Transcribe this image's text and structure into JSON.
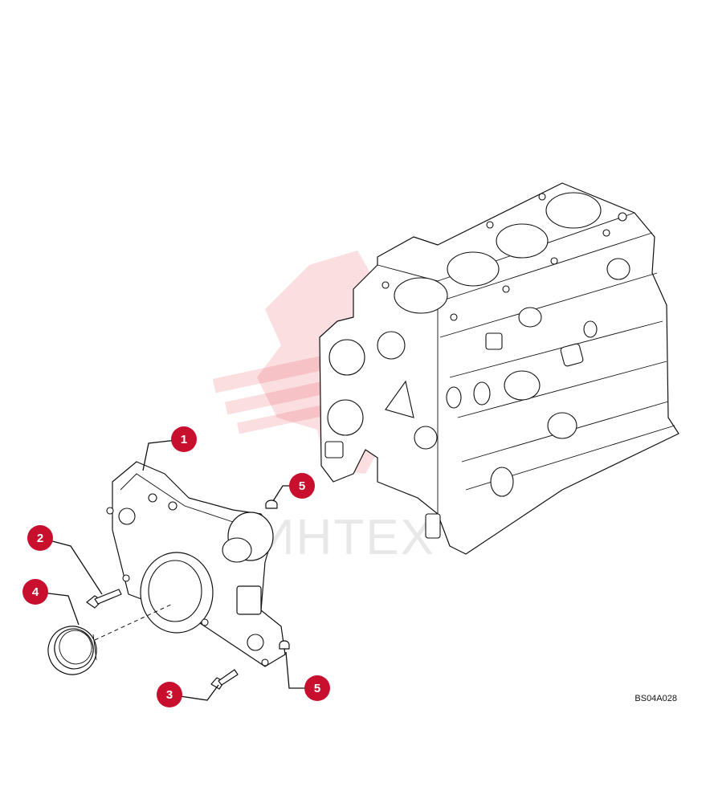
{
  "drawing_code": "BS04A028",
  "watermark_text": "ИНТЕХ",
  "callout_color": "#c8102e",
  "callouts": [
    {
      "id": "callout-1",
      "label": "1"
    },
    {
      "id": "callout-2",
      "label": "2"
    },
    {
      "id": "callout-3",
      "label": "3"
    },
    {
      "id": "callout-4",
      "label": "4"
    },
    {
      "id": "callout-5a",
      "label": "5"
    },
    {
      "id": "callout-5b",
      "label": "5"
    }
  ]
}
